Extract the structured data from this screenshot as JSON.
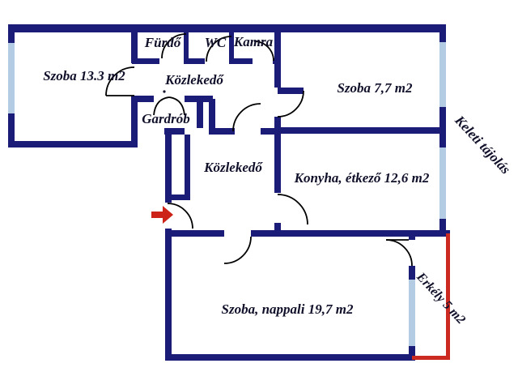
{
  "page": {
    "type": "apartment floor plan",
    "background": "#ffffff"
  },
  "colors": {
    "wall": "#1b1b78",
    "window_glass": "#b3cce4",
    "balcony_outline": "#cc2a20",
    "entrance_arrow": "#cc2218",
    "label_text": "#10102a"
  },
  "floor_plan": {
    "rooms": [
      {
        "name": "szoba-13",
        "label": "Szoba 13.3 m2"
      },
      {
        "name": "furdo",
        "label": "Fürdő"
      },
      {
        "name": "wc",
        "label": "WC"
      },
      {
        "name": "kamra",
        "label": "Kamra"
      },
      {
        "name": "kozlekedo-upper",
        "label": "Közlekedő"
      },
      {
        "name": "gardrob",
        "label": "Gardrób"
      },
      {
        "name": "szoba-77",
        "label": "Szoba 7,7 m2"
      },
      {
        "name": "kozlekedo-lower",
        "label": "Közlekedő"
      },
      {
        "name": "konyha",
        "label": "Konyha, étkező 12,6 m2"
      },
      {
        "name": "nappali",
        "label": "Szoba, nappali 19,7 m2"
      },
      {
        "name": "erkely",
        "label": "Erkély 5 m2"
      }
    ],
    "orientation_note": "Keleti tájolás"
  }
}
